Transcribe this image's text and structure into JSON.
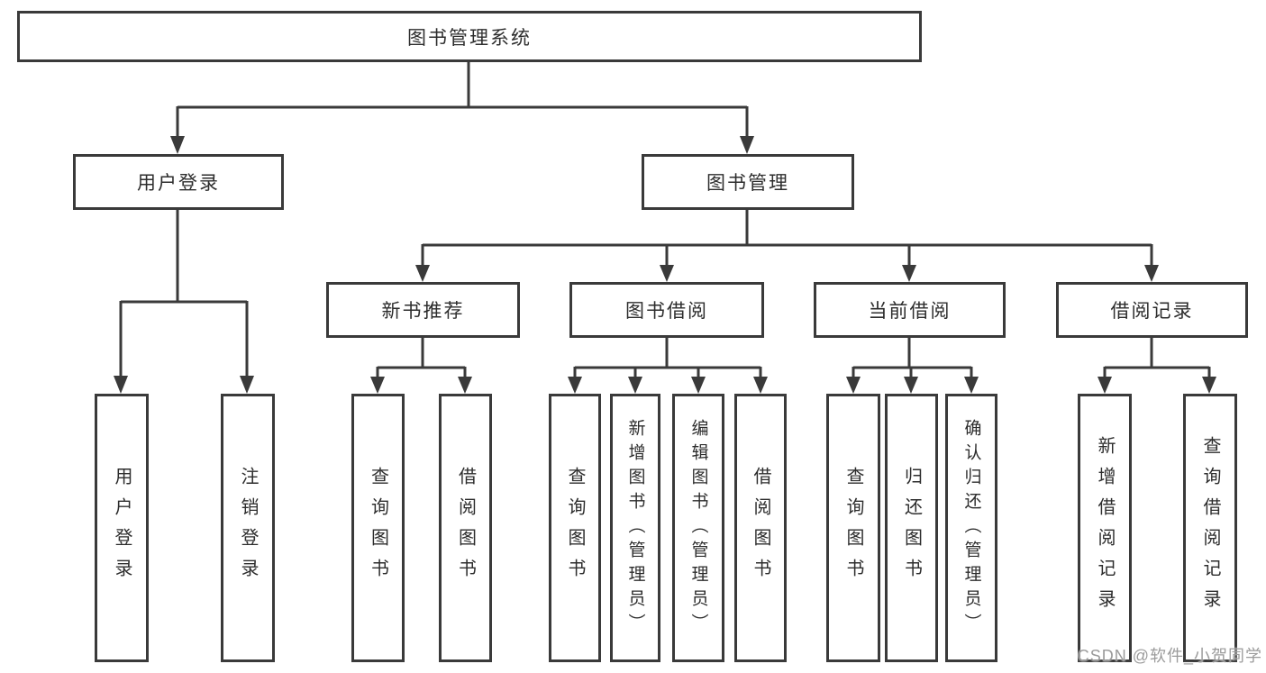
{
  "title": "图书管理系统",
  "branches": [
    {
      "label": "用户登录",
      "children": [
        {
          "label": "用户登录"
        },
        {
          "label": "注销登录"
        }
      ]
    },
    {
      "label": "图书管理",
      "children": [
        {
          "label": "新书推荐",
          "children": [
            {
              "label": "查询图书"
            },
            {
              "label": "借阅图书"
            }
          ]
        },
        {
          "label": "图书借阅",
          "children": [
            {
              "label": "查询图书"
            },
            {
              "label": "新增图书（管理员）"
            },
            {
              "label": "编辑图书（管理员）"
            },
            {
              "label": "借阅图书"
            }
          ]
        },
        {
          "label": "当前借阅",
          "children": [
            {
              "label": "查询图书"
            },
            {
              "label": "归还图书"
            },
            {
              "label": "确认归还（管理员）"
            }
          ]
        },
        {
          "label": "借阅记录",
          "children": [
            {
              "label": "新增借阅记录"
            },
            {
              "label": "查询借阅记录"
            }
          ]
        }
      ]
    }
  ],
  "watermark": "CSDN @软件_小贺同学",
  "colors": {
    "line": "#3a3a3a",
    "box_border": "#3a3a3a",
    "text": "#2d2d2d",
    "background": "#ffffff",
    "watermark": "#9b9b9b"
  }
}
